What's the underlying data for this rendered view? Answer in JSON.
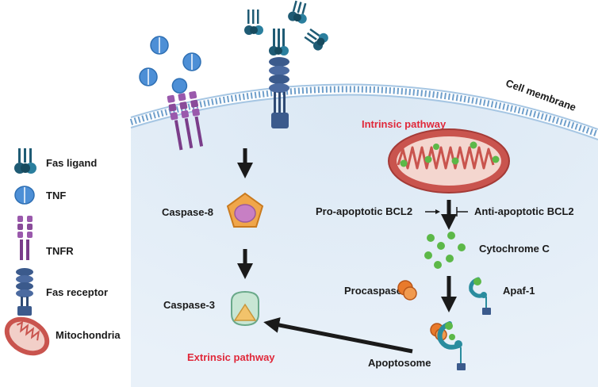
{
  "legend": {
    "items": [
      {
        "label": "Fas ligand",
        "icon": "fas-ligand-icon"
      },
      {
        "label": "TNF",
        "icon": "tnf-icon"
      },
      {
        "label": "TNFR",
        "icon": "tnfr-icon"
      },
      {
        "label": "Fas receptor",
        "icon": "fas-receptor-icon"
      },
      {
        "label": "Mitochondria",
        "icon": "mitochondria-icon"
      }
    ]
  },
  "labels": {
    "cell_membrane": "Cell membrane",
    "intrinsic_pathway": "Intrinsic pathway",
    "extrinsic_pathway": "Extrinsic pathway",
    "caspase8": "Caspase-8",
    "caspase3": "Caspase-3",
    "pro_apoptotic": "Pro-apoptotic BCL2",
    "anti_apoptotic": "Anti-apoptotic BCL2",
    "cytochrome_c": "Cytochrome C",
    "procaspase9": "Procaspase-9",
    "apaf1": "Apaf-1",
    "apoptosome": "Apoptosome"
  },
  "colors": {
    "membrane": "#8fb8dc",
    "cytoplasm": "#e6eff8",
    "tnf": "#4d8fd6",
    "tnfr": "#8a4b9a",
    "fas_ligand": "#1f5b74",
    "fas_receptor": "#3b5a8c",
    "mitochondria": "#c9544e",
    "cytochrome": "#5cb848",
    "procaspase": "#e97a2b",
    "apaf": "#2a8c9e",
    "caspase8_outer": "#f0a64a",
    "caspase8_inner": "#c77fc4",
    "caspase3_outer": "#c8e6d4",
    "caspase3_inner": "#f2c36b",
    "red_text": "#e0283a"
  }
}
